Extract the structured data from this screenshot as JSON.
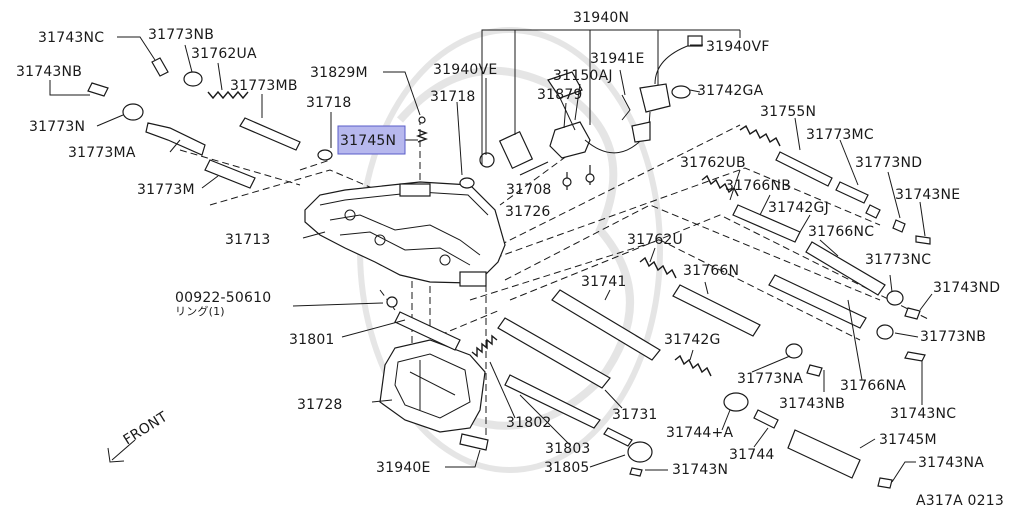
{
  "diagram": {
    "drawing_code": "A317A 0213",
    "front_label": "FRONT",
    "highlighted_part": "31745N",
    "highlight_color": "#b7b8ee",
    "labels": {
      "p31940N": "31940N",
      "p31941E": "31941E",
      "p31940VF": "31940VF",
      "p31743NC_a": "31743NC",
      "p31773NB_a": "31773NB",
      "p31762UA": "31762UA",
      "p31743NB_a": "31743NB",
      "p31829M": "31829M",
      "p31940VE": "31940VE",
      "p31150AJ": "31150AJ",
      "p31773MB": "31773MB",
      "p31718_a": "31718",
      "p31718_b": "31718",
      "p31879": "31879",
      "p31742GA": "31742GA",
      "p31773N": "31773N",
      "p31745N": "31745N",
      "p31755N": "31755N",
      "p31773MA": "31773MA",
      "p31773MC": "31773MC",
      "p31762UB": "31762UB",
      "p31773ND": "31773ND",
      "p31773M": "31773M",
      "p31766NB": "31766NB",
      "p31708": "31708",
      "p31743NE": "31743NE",
      "p31742GJ": "31742GJ",
      "p31726": "31726",
      "p31713": "31713",
      "p31766NC": "31766NC",
      "p31762U": "31762U",
      "p31773NC": "31773NC",
      "p31766N": "31766N",
      "p31741": "31741",
      "p31743ND": "31743ND",
      "p00922": "00922-50610",
      "ring": "リング(1)",
      "p31773NB_b": "31773NB",
      "p31801": "31801",
      "p31742G": "31742G",
      "p31773NA": "31773NA",
      "p31766NA": "31766NA",
      "p31743NB_b": "31743NB",
      "p31728": "31728",
      "p31731": "31731",
      "p31743NC_b": "31743NC",
      "p31744plusA": "31744+A",
      "p31802": "31802",
      "p31745M": "31745M",
      "p31803": "31803",
      "p31744": "31744",
      "p31940E": "31940E",
      "p31805": "31805",
      "p31743N": "31743N",
      "p31743NA": "31743NA"
    }
  }
}
